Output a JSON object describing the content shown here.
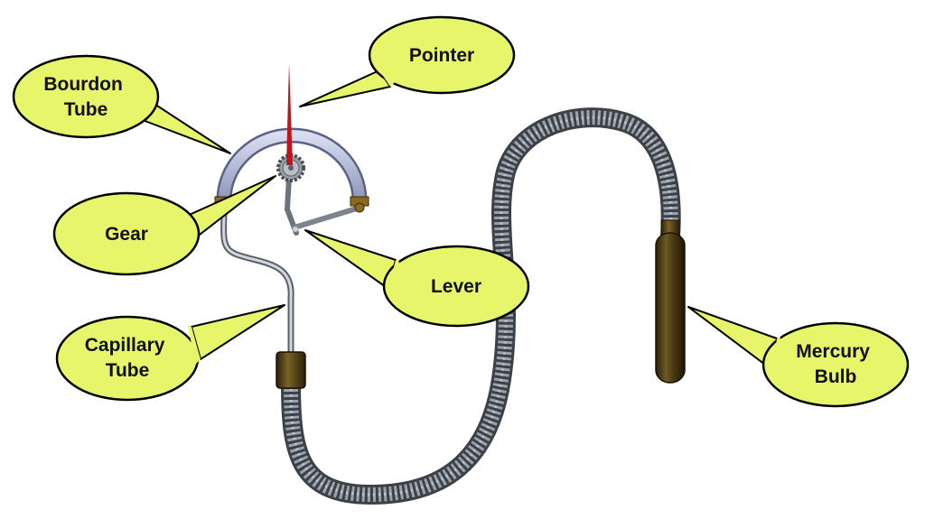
{
  "colors": {
    "callout_fill": "#e6f56a",
    "callout_stroke": "#000000",
    "background": "#ffffff",
    "pointer": "#c0141a",
    "bourdon_tube": "#aeb6d6",
    "flex_hose": "#8a929c",
    "bulb": "#4a3a14",
    "fitting": "#5a4418"
  },
  "labels": {
    "bourdon_tube": [
      "Bourdon",
      "Tube"
    ],
    "pointer": [
      "Pointer"
    ],
    "gear": [
      "Gear"
    ],
    "lever": [
      "Lever"
    ],
    "capillary_tube": [
      "Capillary",
      "Tube"
    ],
    "mercury_bulb": [
      "Mercury",
      "Bulb"
    ]
  }
}
